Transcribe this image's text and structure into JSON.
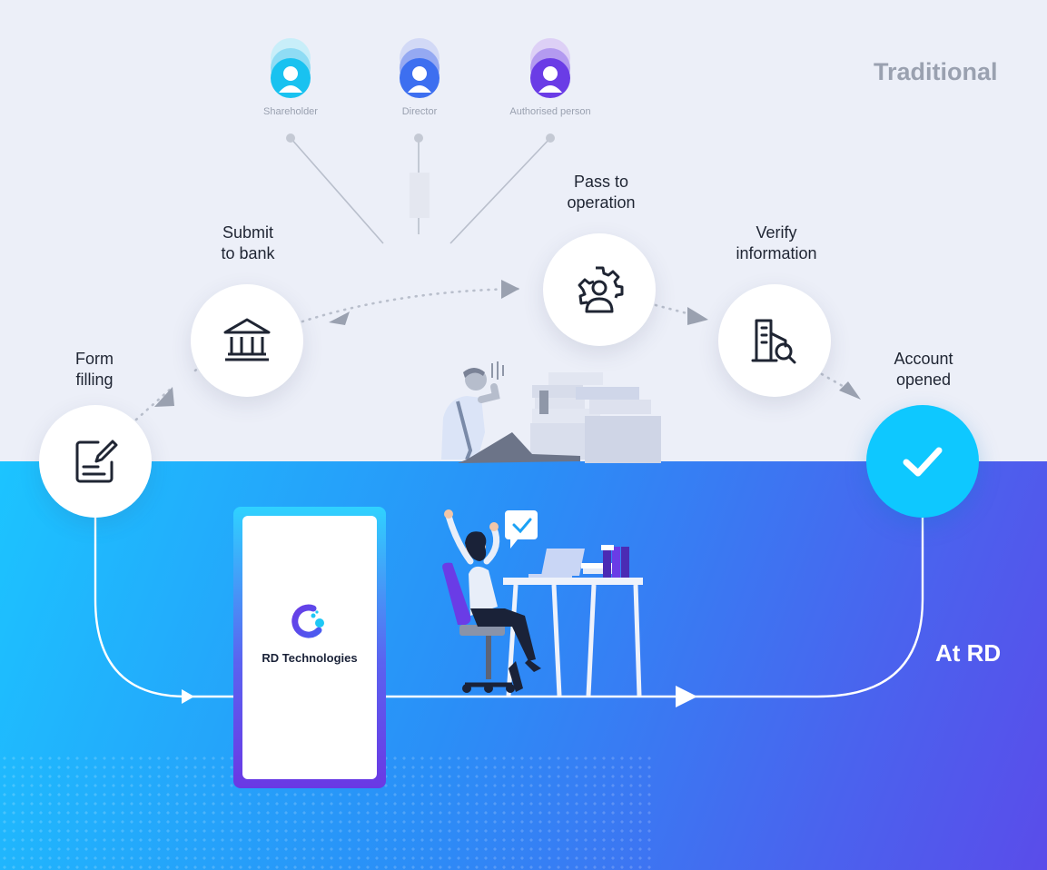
{
  "sections": {
    "traditional_label": "Traditional",
    "rd_label": "At RD"
  },
  "roles": [
    {
      "label": "Shareholder",
      "color": "#19c2f0"
    },
    {
      "label": "Director",
      "color": "#3d6ff0"
    },
    {
      "label": "Authorised person",
      "color": "#6a3ce6"
    }
  ],
  "steps": {
    "form_filling": "Form\nfilling",
    "submit_to_bank": "Submit\nto bank",
    "pass_to_operation": "Pass to\noperation",
    "verify_information": "Verify\ninformation",
    "account_opened": "Account\nopened"
  },
  "icons": {
    "form_filling": "form-edit-icon",
    "submit_to_bank": "bank-icon",
    "pass_to_operation": "gear-person-icon",
    "verify_information": "document-search-icon",
    "account_opened": "checkmark-icon"
  },
  "brand": {
    "name": "RD Technologies"
  },
  "colors": {
    "traditional_bg": "#eceff8",
    "rd_gradient_start": "#1cc4ff",
    "rd_gradient_end": "#5a4cea",
    "check_node": "#0ec8ff"
  }
}
